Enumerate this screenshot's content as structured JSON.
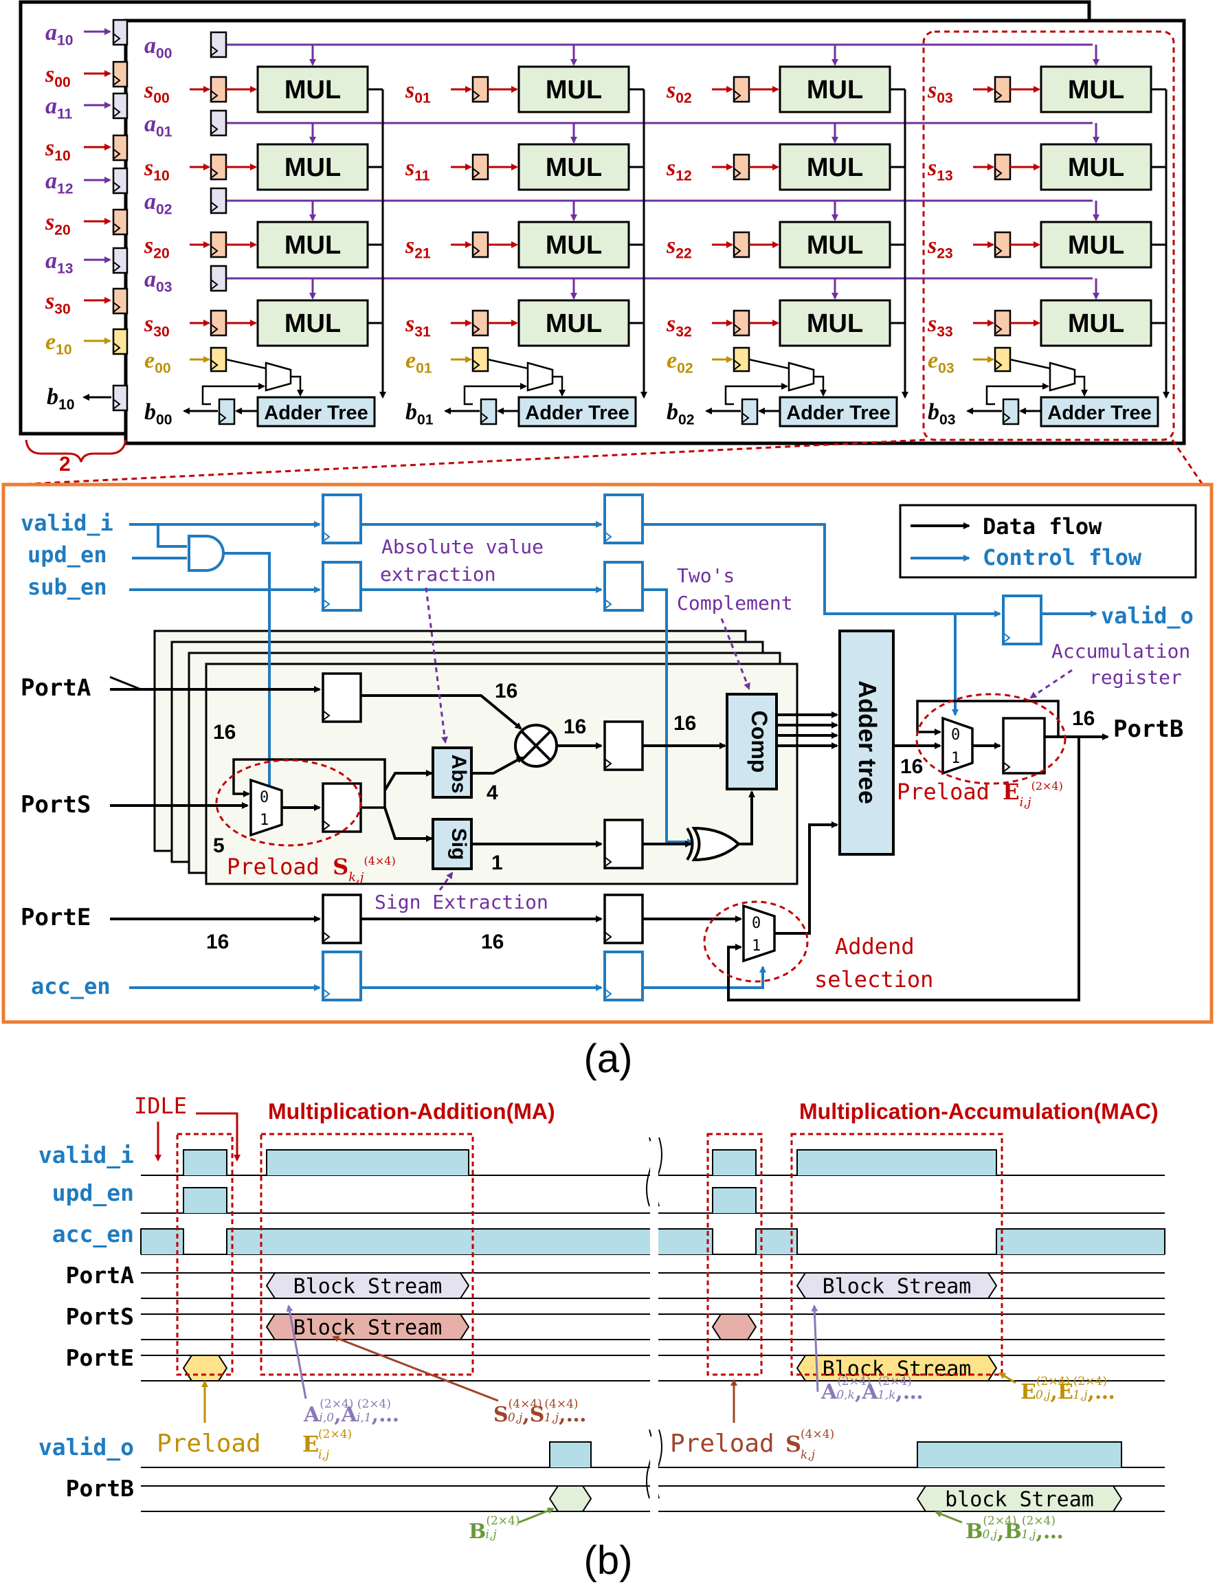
{
  "colors": {
    "purple": "#7030a0",
    "red": "#c00000",
    "gold": "#bf9000",
    "blue": "#1f7bc0",
    "black": "#000000",
    "green_fill": "#e2efd9",
    "blue_fill": "#cfe6f0",
    "lavender_fill": "#e4e2f0",
    "peach_fill": "#f8cbad",
    "yellow_fill": "#ffe699",
    "timing_blue": "#b5dde8",
    "pink_fill": "#e6b0a8",
    "orange_border": "#ed7d31"
  },
  "array": {
    "back_labels": {
      "a": [
        [
          "a",
          "10"
        ],
        [
          "a",
          "11"
        ],
        [
          "a",
          "12"
        ],
        [
          "a",
          "13"
        ]
      ],
      "s": [
        [
          "s",
          "00"
        ],
        [
          "s",
          "10"
        ],
        [
          "s",
          "20"
        ],
        [
          "s",
          "30"
        ]
      ],
      "e": [
        "e",
        "10"
      ],
      "b": [
        "b",
        "10"
      ]
    },
    "row_a": [
      [
        "a",
        "00"
      ],
      [
        "a",
        "01"
      ],
      [
        "a",
        "02"
      ],
      [
        "a",
        "03"
      ]
    ],
    "s_cols": [
      [
        [
          "s",
          "00"
        ],
        [
          "s",
          "10"
        ],
        [
          "s",
          "20"
        ],
        [
          "s",
          "30"
        ]
      ],
      [
        [
          "s",
          "01"
        ],
        [
          "s",
          "11"
        ],
        [
          "s",
          "21"
        ],
        [
          "s",
          "31"
        ]
      ],
      [
        [
          "s",
          "02"
        ],
        [
          "s",
          "12"
        ],
        [
          "s",
          "22"
        ],
        [
          "s",
          "32"
        ]
      ],
      [
        [
          "s",
          "03"
        ],
        [
          "s",
          "13"
        ],
        [
          "s",
          "23"
        ],
        [
          "s",
          "33"
        ]
      ]
    ],
    "e_cols": [
      [
        "e",
        "00"
      ],
      [
        "e",
        "01"
      ],
      [
        "e",
        "02"
      ],
      [
        "e",
        "03"
      ]
    ],
    "b_cols": [
      [
        "b",
        "00"
      ],
      [
        "b",
        "01"
      ],
      [
        "b",
        "02"
      ],
      [
        "b",
        "03"
      ]
    ],
    "mul_label": "MUL",
    "adder_label": "Adder Tree",
    "depth_label": "2"
  },
  "detail": {
    "inputs": {
      "valid_i": "valid_i",
      "upd_en": "upd_en",
      "sub_en": "sub_en",
      "acc_en": "acc_en",
      "portA": "PortA",
      "portS": "PortS",
      "portE": "PortE"
    },
    "outputs": {
      "valid_o": "valid_o",
      "portB": "PortB"
    },
    "legend": {
      "data": "Data flow",
      "control": "Control flow"
    },
    "annotations": {
      "abs_line1": "Absolute value",
      "abs_line2": "extraction",
      "twos_line1": "Two's",
      "twos_line2": "Complement",
      "acc_line1": "Accumulation",
      "acc_line2": "register",
      "sign": "Sign Extraction",
      "addend_line1": "Addend",
      "addend_line2": "selection",
      "preload_s": "Preload",
      "preload_e": "Preload"
    },
    "blocks": {
      "abs": "Abs",
      "sig": "Sig",
      "comp": "Comp",
      "adder": "Adder tree",
      "mux0": "0",
      "mux1": "1"
    },
    "widths": {
      "w16": "16",
      "w5": "5",
      "w4": "4",
      "w1": "1"
    }
  },
  "caption_a": "(a)",
  "timing": {
    "labels": [
      "valid_i",
      "upd_en",
      "acc_en",
      "PortA",
      "PortS",
      "PortE",
      "valid_o",
      "PortB"
    ],
    "idle": "IDLE",
    "ma": "Multiplication-Addition(MA)",
    "mac": "Multiplication-Accumulation(MAC)",
    "block_stream": "Block Stream",
    "block_stream_lower": "block Stream",
    "preload_e": "Preload",
    "preload_s": "Preload",
    "ellipsis": "…"
  },
  "caption_b": "(b)"
}
